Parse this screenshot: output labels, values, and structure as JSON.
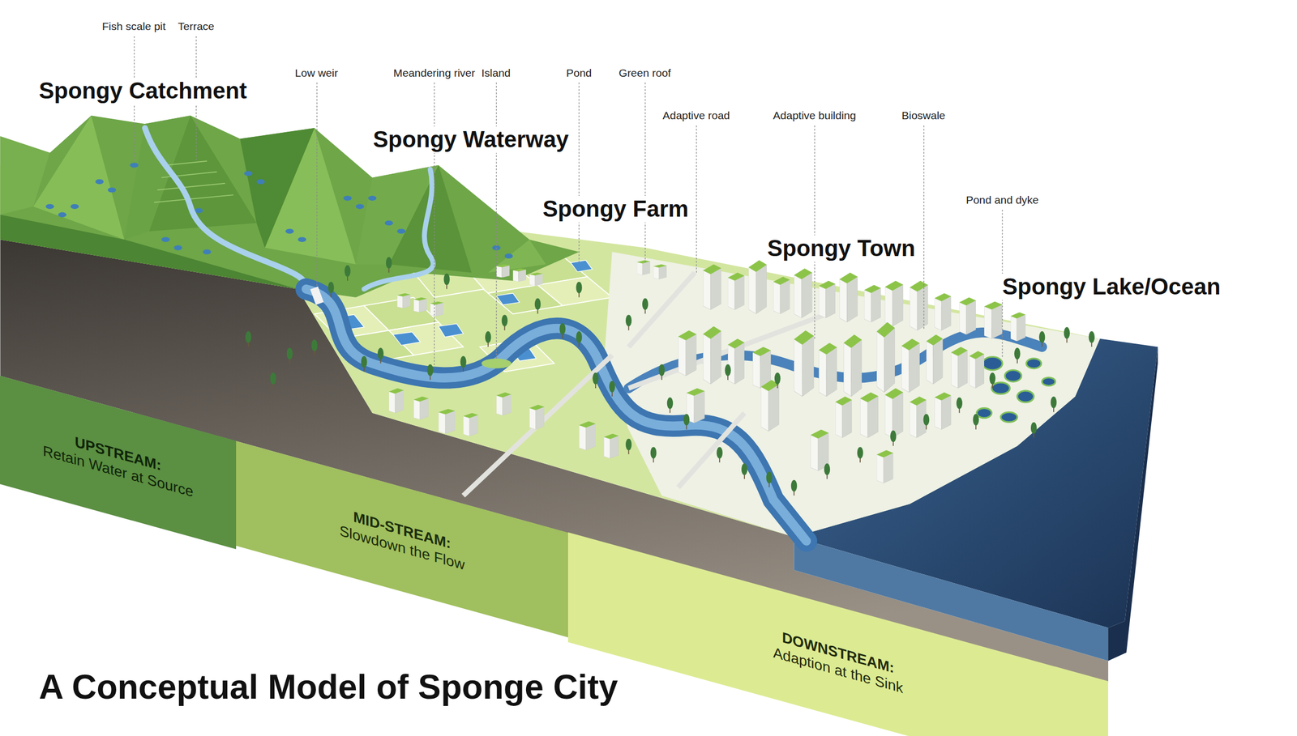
{
  "diagram": {
    "title": "A Conceptual Model of Sponge City",
    "nodes": [
      {
        "text": [
          "UPSTREAM:",
          "Retain Water at Source"
        ]
      },
      {
        "text": [
          "MID-STREAM:",
          "Slowdown the Flow"
        ]
      },
      {
        "text": [
          "DOWNSTREAM:",
          "Adaption at the Sink"
        ]
      }
    ],
    "labels": [
      "Fish scale pit",
      "Terrace",
      "Spongy Catchment",
      "Low weir",
      "Meandering river",
      "Island",
      "Pond",
      "Green roof",
      "Spongy Waterway",
      "Adaptive road",
      "Spongy Farm",
      "Adaptive building",
      "Bioswale",
      "Spongy Town",
      "Pond and dyke",
      "Spongy Lake/Ocean"
    ]
  }
}
